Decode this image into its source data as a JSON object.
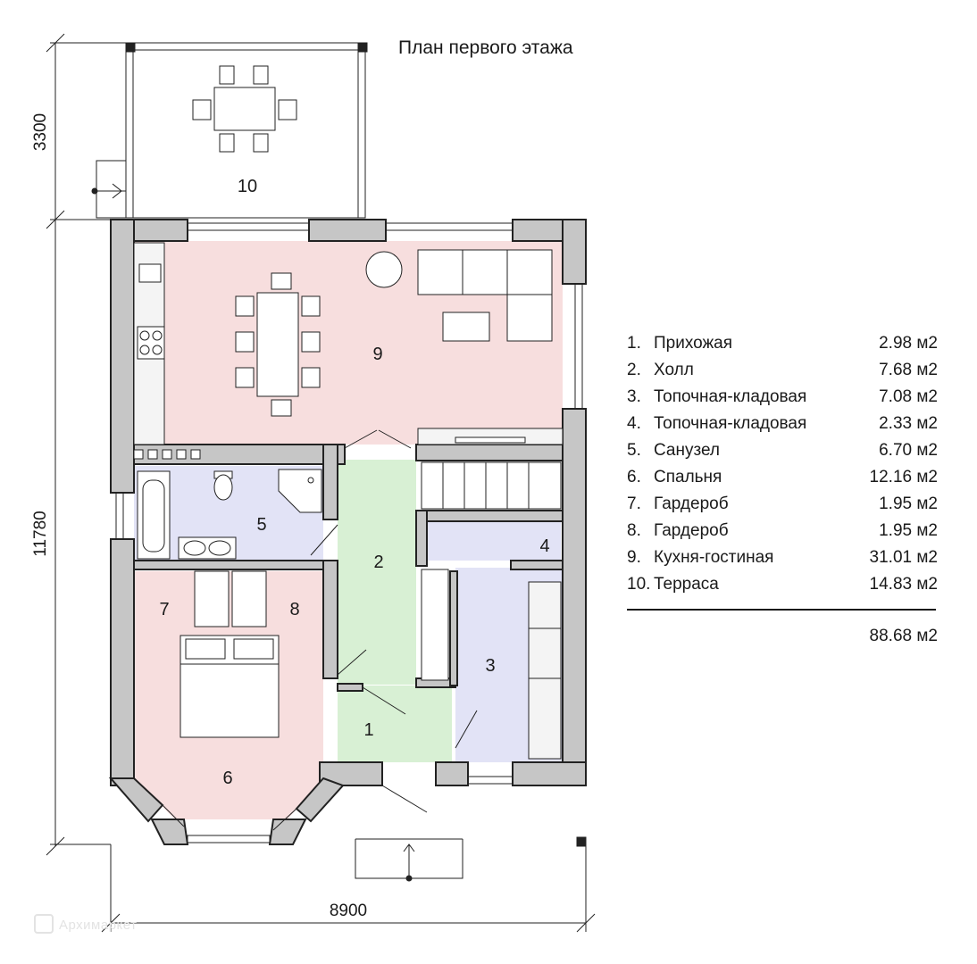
{
  "title": "План первого этажа",
  "dimensions": {
    "terrace_depth": "3300",
    "house_depth": "11780",
    "house_width": "8900"
  },
  "room_labels": {
    "r1": "1",
    "r2": "2",
    "r3": "3",
    "r4": "4",
    "r5": "5",
    "r6": "6",
    "r7": "7",
    "r8": "8",
    "r9": "9",
    "r10": "10"
  },
  "legend": [
    {
      "num": "1.",
      "name": "Прихожая",
      "area": "2.98 м2"
    },
    {
      "num": "2.",
      "name": "Холл",
      "area": "7.68 м2"
    },
    {
      "num": "3.",
      "name": "Топочная-кладовая",
      "area": "7.08 м2"
    },
    {
      "num": "4.",
      "name": "Топочная-кладовая",
      "area": "2.33 м2"
    },
    {
      "num": "5.",
      "name": "Санузел",
      "area": "6.70 м2"
    },
    {
      "num": "6.",
      "name": "Спальня",
      "area": "12.16 м2"
    },
    {
      "num": "7.",
      "name": "Гардероб",
      "area": "1.95 м2"
    },
    {
      "num": "8.",
      "name": "Гардероб",
      "area": "1.95 м2"
    },
    {
      "num": "9.",
      "name": "Кухня-гостиная",
      "area": "31.01 м2"
    },
    {
      "num": "10.",
      "name": "Терраса",
      "area": "14.83 м2"
    }
  ],
  "total_area": "88.68 м2",
  "watermark": "Архимаркет",
  "colors": {
    "wall": "#c6c6c6",
    "living": "#f7dede",
    "bedroom": "#f7dede",
    "bath": "#e2e3f6",
    "utility": "#e2e3f6",
    "hall": "#d8f0d4"
  }
}
